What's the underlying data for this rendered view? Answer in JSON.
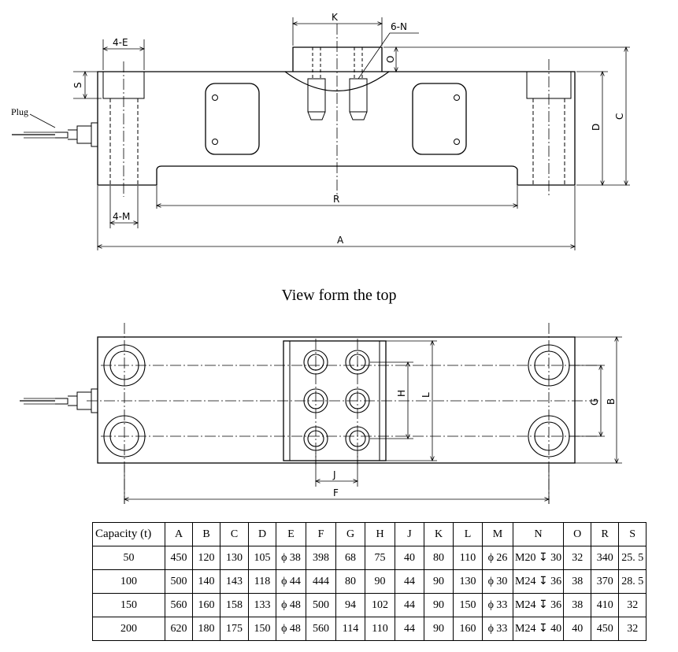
{
  "side_view": {
    "labels": {
      "K": "K",
      "six_n": "6-N",
      "four_e": "4-E",
      "S": "S",
      "O": "O",
      "C": "C",
      "D": "D",
      "plug": "Plug",
      "four_m": "4-M",
      "R": "R",
      "A": "A"
    }
  },
  "caption": "View form the top",
  "top_view": {
    "labels": {
      "H": "H",
      "L": "L",
      "G": "G",
      "B": "B",
      "J": "J",
      "F": "F"
    }
  },
  "spec_table": {
    "headers": [
      "Capacity (t)",
      "A",
      "B",
      "C",
      "D",
      "E",
      "F",
      "G",
      "H",
      "J",
      "K",
      "L",
      "M",
      "N",
      "O",
      "R",
      "S"
    ],
    "rows": [
      [
        "50",
        "450",
        "120",
        "130",
        "105",
        "ϕ 38",
        "398",
        "68",
        "75",
        "40",
        "80",
        "110",
        "ϕ 26",
        "M20 ↧ 30",
        "32",
        "340",
        "25. 5"
      ],
      [
        "100",
        "500",
        "140",
        "143",
        "118",
        "ϕ 44",
        "444",
        "80",
        "90",
        "44",
        "90",
        "130",
        "ϕ 30",
        "M24 ↧ 36",
        "38",
        "370",
        "28. 5"
      ],
      [
        "150",
        "560",
        "160",
        "158",
        "133",
        "ϕ 48",
        "500",
        "94",
        "102",
        "44",
        "90",
        "150",
        "ϕ 33",
        "M24 ↧ 36",
        "38",
        "410",
        "32"
      ],
      [
        "200",
        "620",
        "180",
        "175",
        "150",
        "ϕ 48",
        "560",
        "114",
        "110",
        "44",
        "90",
        "160",
        "ϕ 33",
        "M24 ↧ 40",
        "40",
        "450",
        "32"
      ]
    ]
  }
}
